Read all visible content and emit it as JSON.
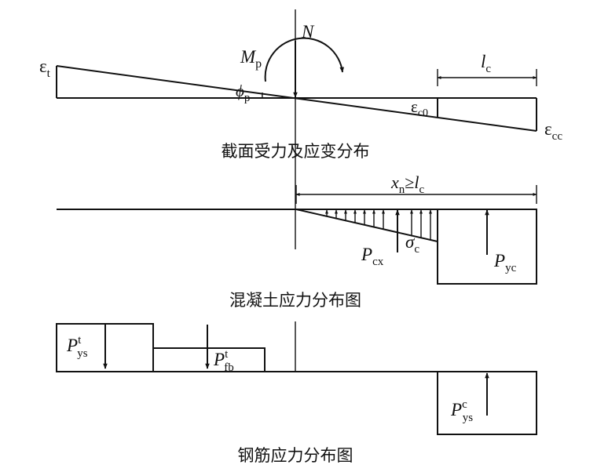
{
  "labels": {
    "axial_force": "N",
    "moment": "M",
    "moment_sub": "p",
    "eps": "ε",
    "eps_t_sub": "t",
    "eps_c0_sub": "c0",
    "eps_cc_sub": "cc",
    "phi": "ϕ",
    "phi_sub": "p",
    "l": "l",
    "l_sub": "c",
    "x": "x",
    "x_sub": "n",
    "geq": "≥",
    "sigma": "σ",
    "sigma_sub": "c",
    "P": "P",
    "p_cx_sub": "cx",
    "p_yc_sub": "yc",
    "p_ys_sub": "ys",
    "p_fb_sub": "fb",
    "sup_t": "t",
    "sup_c": "c"
  },
  "captions": {
    "section_strain": "截面受力及应变分布",
    "concrete_stress": "混凝土应力分布图",
    "steel_stress": "钢筋应力分布图"
  },
  "colors": {
    "ink": "#111111",
    "background": "#ffffff"
  }
}
